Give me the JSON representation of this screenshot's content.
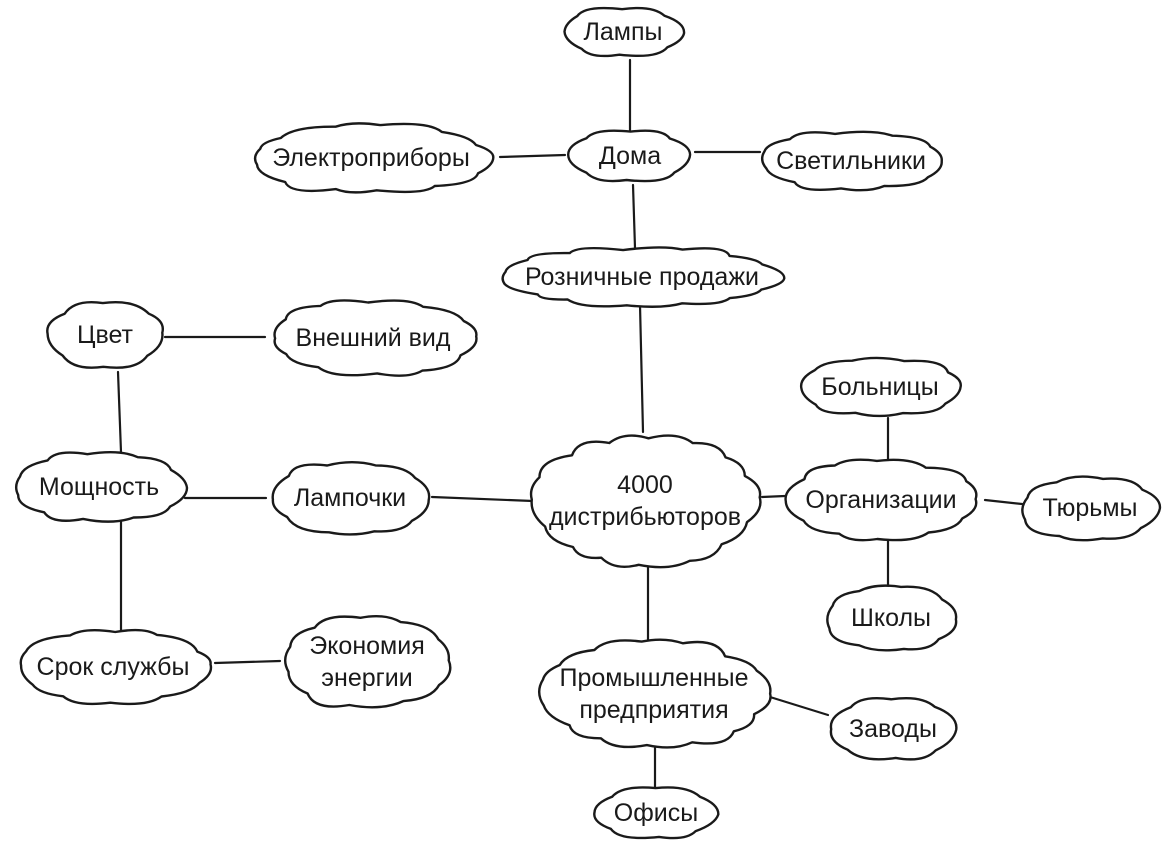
{
  "diagram": {
    "nodes": {
      "lamps": "Лампы",
      "homes": "Дома",
      "appliances": "Электроприборы",
      "fixtures": "Светильники",
      "retail": "Розничные продажи",
      "color": "Цвет",
      "appearance": "Внешний вид",
      "hospitals": "Больницы",
      "power": "Мощность",
      "bulbs": "Лампочки",
      "distributors": "4000\nдистрибьюторов",
      "organizations": "Организации",
      "prisons": "Тюрьмы",
      "schools": "Школы",
      "lifespan": "Срок службы",
      "energy_saving": "Экономия\nэнергии",
      "industrial": "Промышленные\nпредприятия",
      "factories": "Заводы",
      "offices": "Офисы"
    }
  }
}
